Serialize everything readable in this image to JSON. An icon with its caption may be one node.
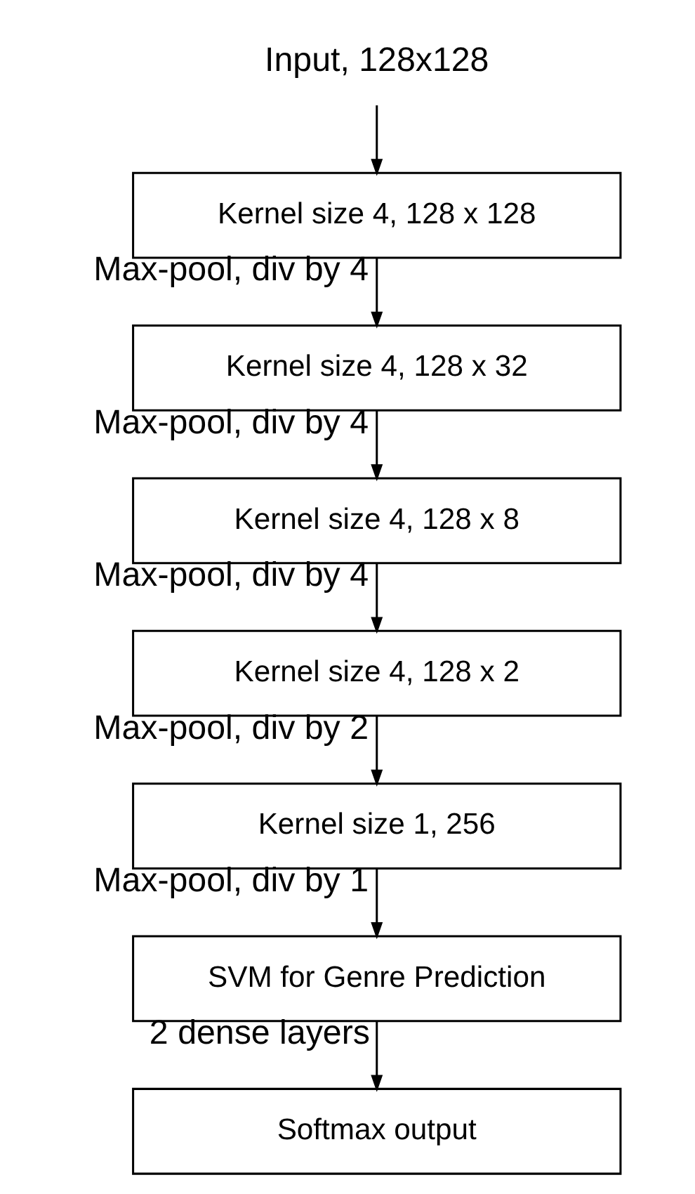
{
  "diagram": {
    "nodes": [
      {
        "text": [
          "Input, 128x128"
        ]
      },
      {
        "text": [
          "Kernel size 4, 128 x 128"
        ]
      },
      {
        "text": [
          "Kernel size 4, 128 x 32"
        ]
      },
      {
        "text": [
          "Kernel size 4, 128 x 8"
        ]
      },
      {
        "text": [
          "Kernel size 4, 128 x 2"
        ]
      },
      {
        "text": [
          "Kernel size 1, 256"
        ]
      },
      {
        "text": [
          "SVM for Genre Prediction"
        ]
      },
      {
        "text": [
          "Softmax output"
        ]
      }
    ],
    "edges": [
      {
        "from": 0,
        "to": 1,
        "arrow": "to"
      },
      {
        "from": 1,
        "to": 2,
        "arrow": "to",
        "label": "Max-pool, div by 4"
      },
      {
        "from": 2,
        "to": 3,
        "arrow": "to",
        "label": "Max-pool, div by 4"
      },
      {
        "from": 3,
        "to": 4,
        "arrow": "to",
        "label": "Max-pool, div by 4"
      },
      {
        "from": 4,
        "to": 5,
        "arrow": "to",
        "label": "Max-pool, div by 2"
      },
      {
        "from": 5,
        "to": 6,
        "arrow": "to",
        "label": "Max-pool, div by 1"
      },
      {
        "from": 6,
        "to": 7,
        "arrow": "to",
        "label": "2 dense layers"
      }
    ]
  }
}
